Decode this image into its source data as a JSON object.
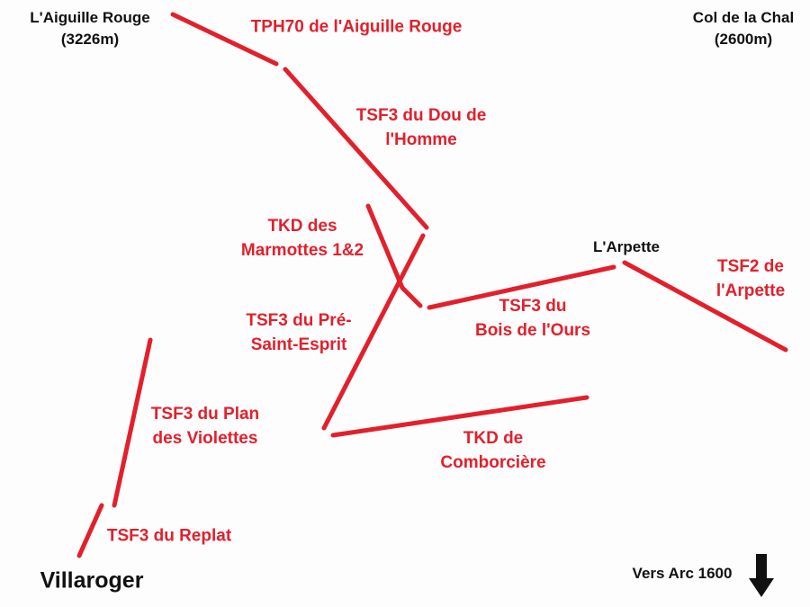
{
  "places": {
    "aiguille_rouge": {
      "name": "L'Aiguille Rouge",
      "alt": "(3226m)"
    },
    "col_de_la_chal": {
      "name": "Col de la Chal",
      "alt": "(2600m)"
    },
    "arpette": "L'Arpette",
    "villaroger": "Villaroger",
    "vers_arc": "Vers Arc 1600"
  },
  "lifts": {
    "tph70": [
      "TPH70 de l'Aiguille Rouge"
    ],
    "dou_homme": [
      "TSF3 du Dou de",
      "l'Homme"
    ],
    "marmottes": [
      "TKD des",
      "Marmottes 1&2"
    ],
    "pre_saint_esprit": [
      "TSF3 du Pré-",
      "Saint-Esprit"
    ],
    "bois_ours": [
      "TSF3 du",
      "Bois de l'Ours"
    ],
    "arpette_tsf2": [
      "TSF2 de",
      "l'Arpette"
    ],
    "plan_violettes": [
      "TSF3 du Plan",
      "des Violettes"
    ],
    "comborciere": [
      "TKD de",
      "Comborcière"
    ],
    "replat": [
      "TSF3 du Replat"
    ]
  },
  "colors": {
    "lift": "#e2202c",
    "place": "#111111",
    "background": "#fdfdfd"
  },
  "icons": {
    "direction": "arrow-down-icon"
  }
}
